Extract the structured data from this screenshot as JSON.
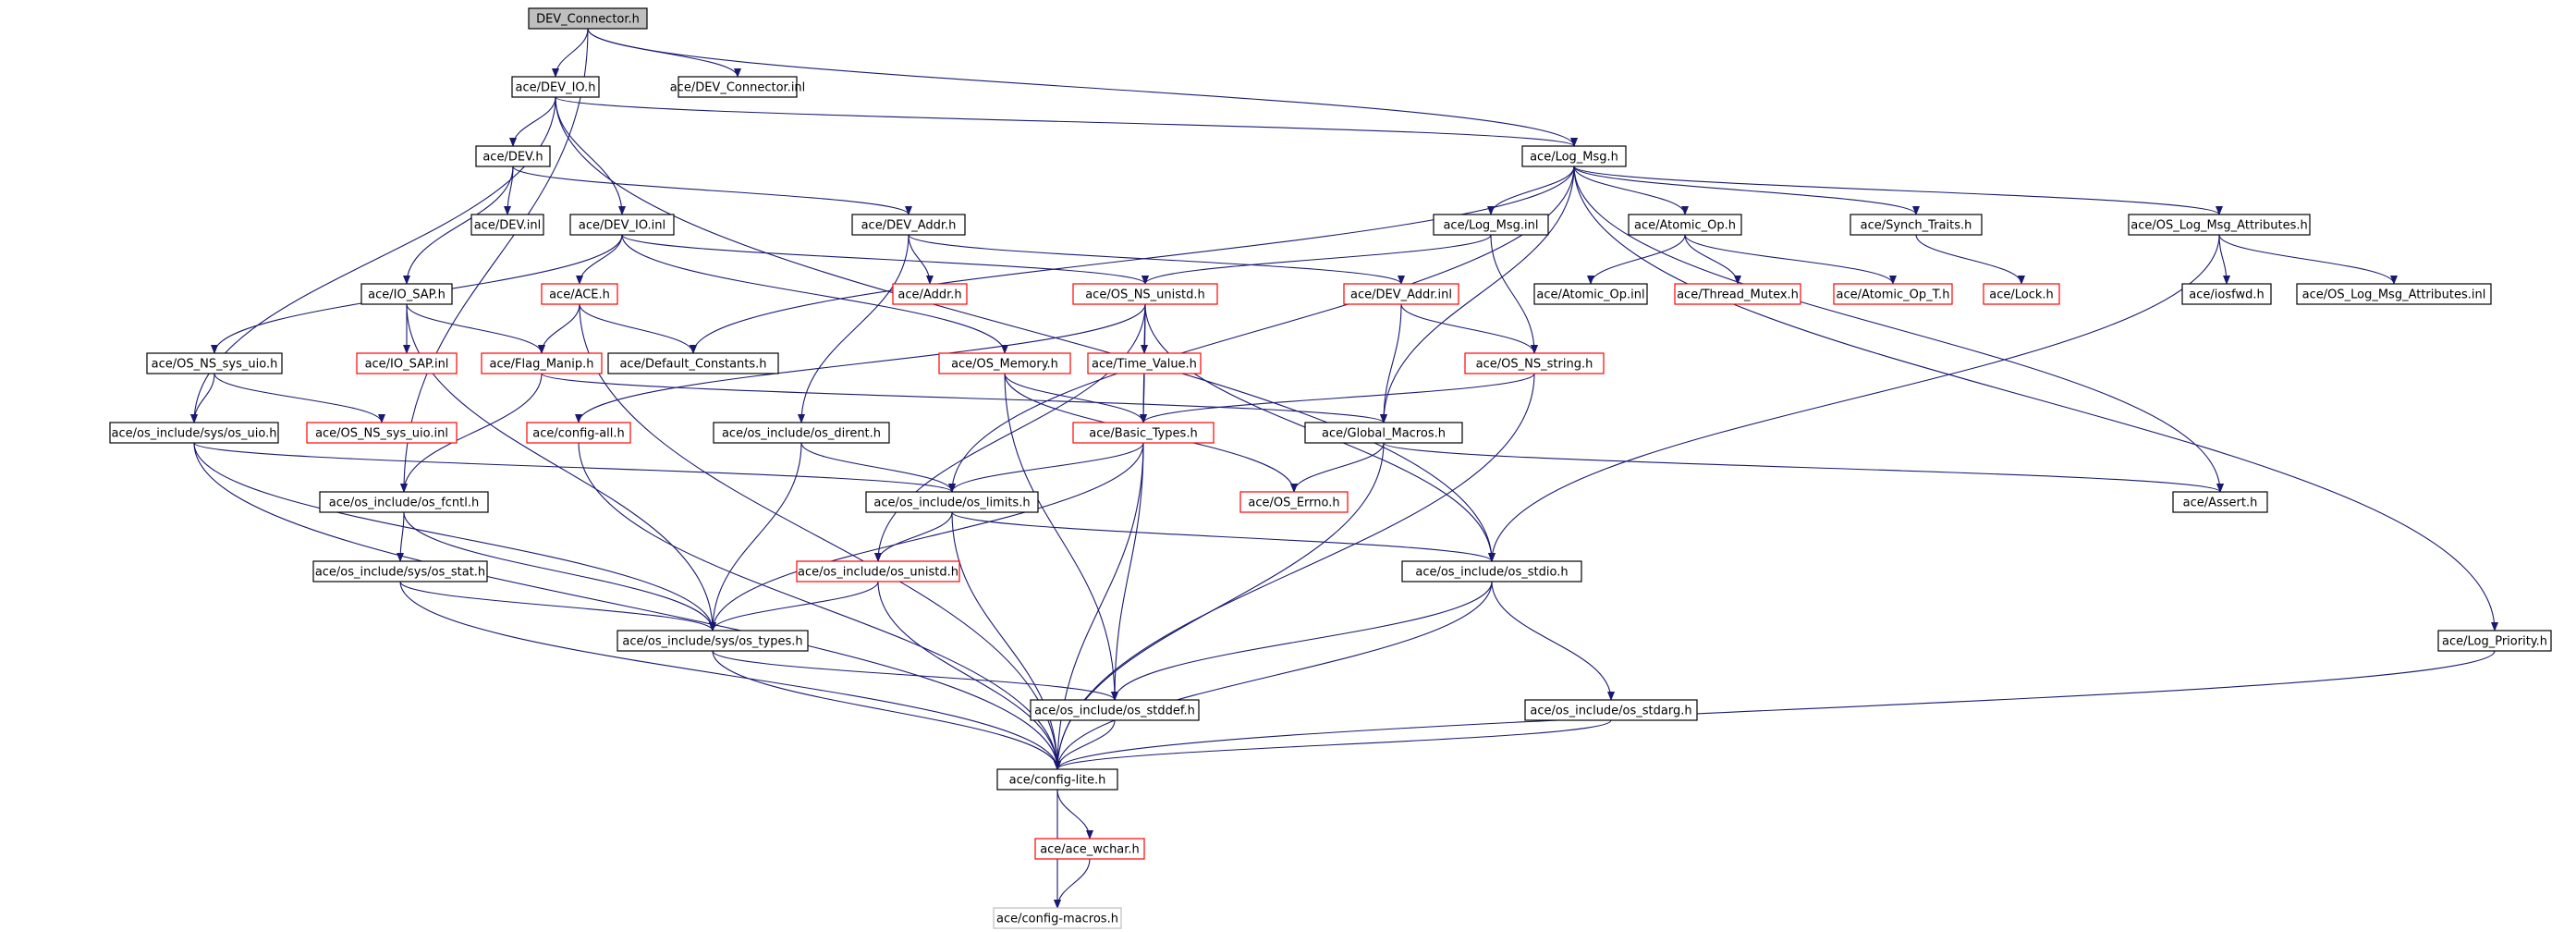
{
  "colors": {
    "edge": "#191970",
    "node_border_default": "#000000",
    "node_border_unresolved": "#ff0000",
    "node_border_external": "#bfbfbf",
    "root_fill": "#bfbfbf",
    "node_fill": "#ffffff"
  },
  "nodes": [
    {
      "id": "n0",
      "label": "DEV_Connector.h",
      "kind": "root"
    },
    {
      "id": "n1",
      "label": "ace/DEV_IO.h",
      "kind": "default"
    },
    {
      "id": "n2",
      "label": "ace/DEV_Connector.inl",
      "kind": "default"
    },
    {
      "id": "n3",
      "label": "ace/DEV.h",
      "kind": "default"
    },
    {
      "id": "n4",
      "label": "ace/Log_Msg.h",
      "kind": "default"
    },
    {
      "id": "n5",
      "label": "ace/DEV.inl",
      "kind": "default"
    },
    {
      "id": "n6",
      "label": "ace/DEV_IO.inl",
      "kind": "default"
    },
    {
      "id": "n7",
      "label": "ace/DEV_Addr.h",
      "kind": "default"
    },
    {
      "id": "n8",
      "label": "ace/Log_Msg.inl",
      "kind": "default"
    },
    {
      "id": "n9",
      "label": "ace/Atomic_Op.h",
      "kind": "default"
    },
    {
      "id": "n10",
      "label": "ace/Synch_Traits.h",
      "kind": "default"
    },
    {
      "id": "n11",
      "label": "ace/OS_Log_Msg_Attributes.h",
      "kind": "default"
    },
    {
      "id": "n12",
      "label": "ace/IO_SAP.h",
      "kind": "default"
    },
    {
      "id": "n13",
      "label": "ace/ACE.h",
      "kind": "unresolved"
    },
    {
      "id": "n14",
      "label": "ace/Addr.h",
      "kind": "unresolved"
    },
    {
      "id": "n15",
      "label": "ace/OS_NS_unistd.h",
      "kind": "unresolved"
    },
    {
      "id": "n16",
      "label": "ace/DEV_Addr.inl",
      "kind": "unresolved"
    },
    {
      "id": "n17",
      "label": "ace/Atomic_Op.inl",
      "kind": "default"
    },
    {
      "id": "n18",
      "label": "ace/Thread_Mutex.h",
      "kind": "unresolved"
    },
    {
      "id": "n19",
      "label": "ace/Atomic_Op_T.h",
      "kind": "unresolved"
    },
    {
      "id": "n20",
      "label": "ace/Lock.h",
      "kind": "unresolved"
    },
    {
      "id": "n21",
      "label": "ace/iosfwd.h",
      "kind": "default"
    },
    {
      "id": "n22",
      "label": "ace/OS_Log_Msg_Attributes.inl",
      "kind": "default"
    },
    {
      "id": "n23",
      "label": "ace/OS_NS_sys_uio.h",
      "kind": "default"
    },
    {
      "id": "n24",
      "label": "ace/IO_SAP.inl",
      "kind": "unresolved"
    },
    {
      "id": "n25",
      "label": "ace/Flag_Manip.h",
      "kind": "unresolved"
    },
    {
      "id": "n26",
      "label": "ace/Default_Constants.h",
      "kind": "default"
    },
    {
      "id": "n27",
      "label": "ace/OS_Memory.h",
      "kind": "unresolved"
    },
    {
      "id": "n28",
      "label": "ace/Time_Value.h",
      "kind": "unresolved"
    },
    {
      "id": "n29",
      "label": "ace/OS_NS_string.h",
      "kind": "unresolved"
    },
    {
      "id": "n30",
      "label": "ace/os_include/sys/os_uio.h",
      "kind": "default"
    },
    {
      "id": "n31",
      "label": "ace/OS_NS_sys_uio.inl",
      "kind": "unresolved"
    },
    {
      "id": "n32",
      "label": "ace/config-all.h",
      "kind": "unresolved"
    },
    {
      "id": "n33",
      "label": "ace/os_include/os_dirent.h",
      "kind": "default"
    },
    {
      "id": "n34",
      "label": "ace/Basic_Types.h",
      "kind": "unresolved"
    },
    {
      "id": "n35",
      "label": "ace/Global_Macros.h",
      "kind": "default"
    },
    {
      "id": "n36",
      "label": "ace/os_include/os_fcntl.h",
      "kind": "default"
    },
    {
      "id": "n37",
      "label": "ace/os_include/os_limits.h",
      "kind": "default"
    },
    {
      "id": "n38",
      "label": "ace/OS_Errno.h",
      "kind": "unresolved"
    },
    {
      "id": "n39",
      "label": "ace/Assert.h",
      "kind": "default"
    },
    {
      "id": "n40",
      "label": "ace/os_include/sys/os_stat.h",
      "kind": "default"
    },
    {
      "id": "n41",
      "label": "ace/os_include/os_unistd.h",
      "kind": "unresolved"
    },
    {
      "id": "n42",
      "label": "ace/os_include/os_stdio.h",
      "kind": "default"
    },
    {
      "id": "n43",
      "label": "ace/os_include/sys/os_types.h",
      "kind": "default"
    },
    {
      "id": "n44",
      "label": "ace/Log_Priority.h",
      "kind": "default"
    },
    {
      "id": "n45",
      "label": "ace/os_include/os_stddef.h",
      "kind": "default"
    },
    {
      "id": "n46",
      "label": "ace/os_include/os_stdarg.h",
      "kind": "default"
    },
    {
      "id": "n47",
      "label": "ace/config-lite.h",
      "kind": "default"
    },
    {
      "id": "n48",
      "label": "ace/ace_wchar.h",
      "kind": "unresolved"
    },
    {
      "id": "n49",
      "label": "ace/config-macros.h",
      "kind": "external"
    }
  ],
  "edges": [
    [
      "n0",
      "n1"
    ],
    [
      "n0",
      "n2"
    ],
    [
      "n0",
      "n4"
    ],
    [
      "n0",
      "n36"
    ],
    [
      "n1",
      "n3"
    ],
    [
      "n1",
      "n6"
    ],
    [
      "n1",
      "n4"
    ],
    [
      "n1",
      "n30"
    ],
    [
      "n1",
      "n42"
    ],
    [
      "n3",
      "n5"
    ],
    [
      "n3",
      "n12"
    ],
    [
      "n3",
      "n7"
    ],
    [
      "n6",
      "n23"
    ],
    [
      "n6",
      "n13"
    ],
    [
      "n6",
      "n15"
    ],
    [
      "n6",
      "n27"
    ],
    [
      "n7",
      "n14"
    ],
    [
      "n7",
      "n16"
    ],
    [
      "n7",
      "n33"
    ],
    [
      "n4",
      "n8"
    ],
    [
      "n4",
      "n9"
    ],
    [
      "n4",
      "n10"
    ],
    [
      "n4",
      "n11"
    ],
    [
      "n4",
      "n35"
    ],
    [
      "n4",
      "n37"
    ],
    [
      "n4",
      "n39"
    ],
    [
      "n4",
      "n44"
    ],
    [
      "n4",
      "n26"
    ],
    [
      "n8",
      "n15"
    ],
    [
      "n8",
      "n29"
    ],
    [
      "n9",
      "n17"
    ],
    [
      "n9",
      "n18"
    ],
    [
      "n9",
      "n19"
    ],
    [
      "n10",
      "n20"
    ],
    [
      "n11",
      "n21"
    ],
    [
      "n11",
      "n22"
    ],
    [
      "n11",
      "n42"
    ],
    [
      "n12",
      "n24"
    ],
    [
      "n12",
      "n25"
    ],
    [
      "n12",
      "n43"
    ],
    [
      "n13",
      "n25"
    ],
    [
      "n13",
      "n26"
    ],
    [
      "n13",
      "n47"
    ],
    [
      "n15",
      "n28"
    ],
    [
      "n15",
      "n34"
    ],
    [
      "n15",
      "n32"
    ],
    [
      "n15",
      "n41"
    ],
    [
      "n15",
      "n42"
    ],
    [
      "n16",
      "n29"
    ],
    [
      "n16",
      "n35"
    ],
    [
      "n23",
      "n30"
    ],
    [
      "n23",
      "n31"
    ],
    [
      "n25",
      "n35"
    ],
    [
      "n25",
      "n36"
    ],
    [
      "n27",
      "n34"
    ],
    [
      "n27",
      "n38"
    ],
    [
      "n27",
      "n45"
    ],
    [
      "n28",
      "n34"
    ],
    [
      "n29",
      "n34"
    ],
    [
      "n29",
      "n47"
    ],
    [
      "n30",
      "n37"
    ],
    [
      "n30",
      "n43"
    ],
    [
      "n30",
      "n47"
    ],
    [
      "n32",
      "n47"
    ],
    [
      "n33",
      "n37"
    ],
    [
      "n33",
      "n43"
    ],
    [
      "n34",
      "n37"
    ],
    [
      "n34",
      "n43"
    ],
    [
      "n34",
      "n45"
    ],
    [
      "n34",
      "n47"
    ],
    [
      "n35",
      "n38"
    ],
    [
      "n35",
      "n39"
    ],
    [
      "n35",
      "n47"
    ],
    [
      "n36",
      "n40"
    ],
    [
      "n36",
      "n43"
    ],
    [
      "n37",
      "n41"
    ],
    [
      "n37",
      "n42"
    ],
    [
      "n37",
      "n47"
    ],
    [
      "n40",
      "n43"
    ],
    [
      "n40",
      "n47"
    ],
    [
      "n41",
      "n43"
    ],
    [
      "n41",
      "n47"
    ],
    [
      "n42",
      "n45"
    ],
    [
      "n42",
      "n46"
    ],
    [
      "n42",
      "n47"
    ],
    [
      "n43",
      "n45"
    ],
    [
      "n43",
      "n47"
    ],
    [
      "n44",
      "n47"
    ],
    [
      "n45",
      "n47"
    ],
    [
      "n46",
      "n47"
    ],
    [
      "n47",
      "n48"
    ],
    [
      "n47",
      "n49"
    ],
    [
      "n48",
      "n49"
    ]
  ]
}
